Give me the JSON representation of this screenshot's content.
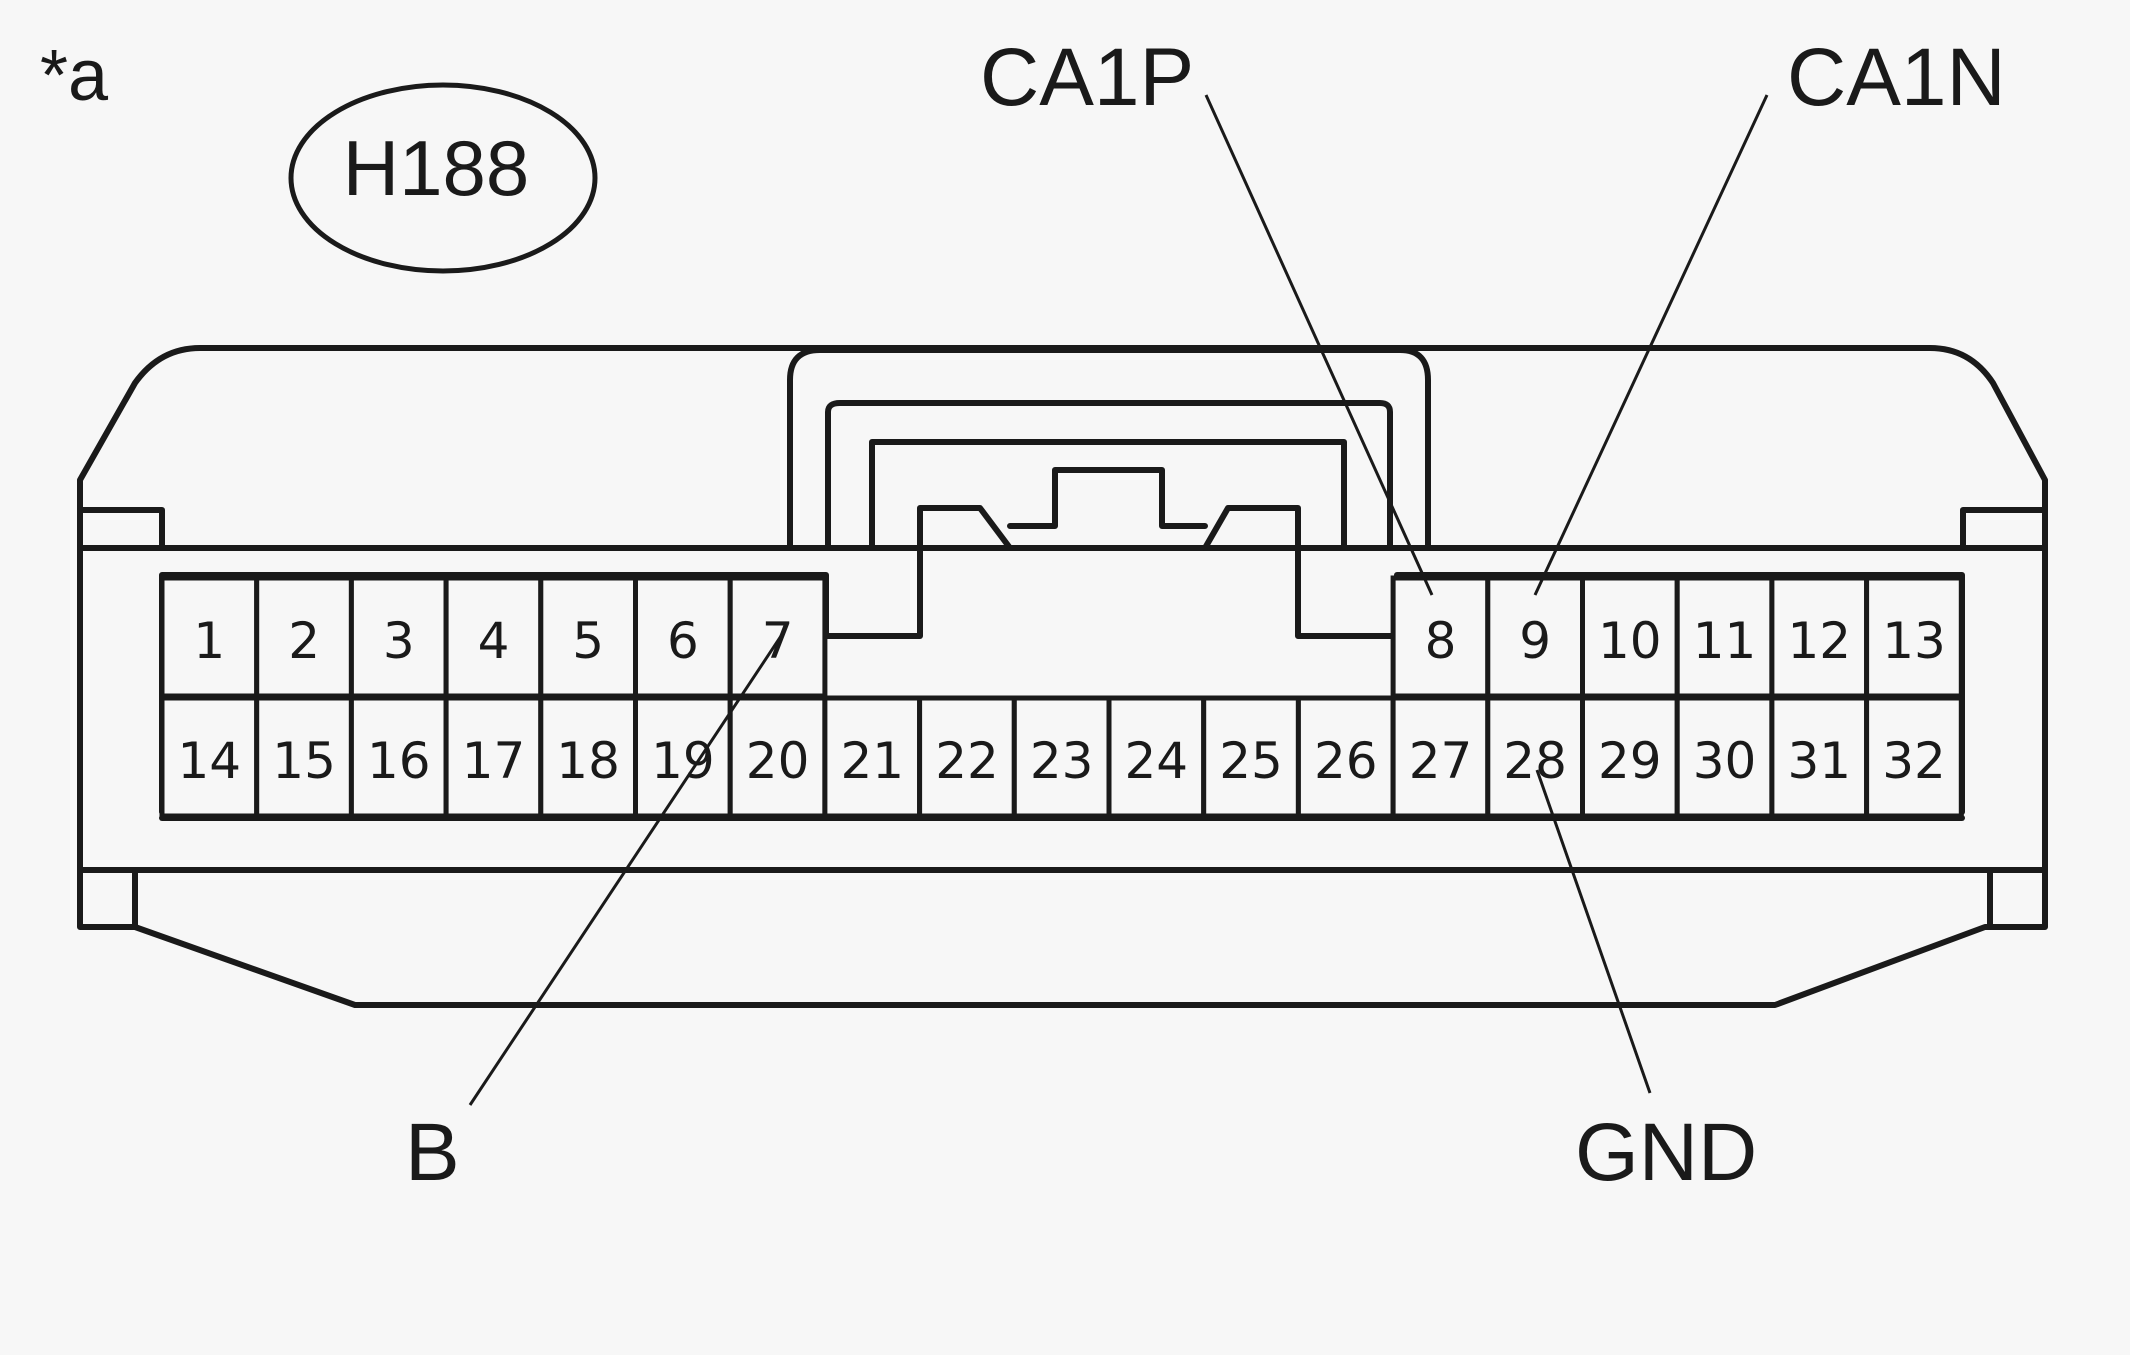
{
  "marker": "*a",
  "connector_code": "H188",
  "pins": {
    "row1_left": [
      "1",
      "2",
      "3",
      "4",
      "5",
      "6",
      "7"
    ],
    "row1_right": [
      "8",
      "9",
      "10",
      "11",
      "12",
      "13"
    ],
    "row2": [
      "14",
      "15",
      "16",
      "17",
      "18",
      "19",
      "20",
      "21",
      "22",
      "23",
      "24",
      "25",
      "26",
      "27",
      "28",
      "29",
      "30",
      "31",
      "32"
    ]
  },
  "signals": [
    {
      "label": "CA1P",
      "pin": "8"
    },
    {
      "label": "CA1N",
      "pin": "9"
    },
    {
      "label": "B",
      "pin": "7"
    },
    {
      "label": "GND",
      "pin": "28"
    }
  ]
}
